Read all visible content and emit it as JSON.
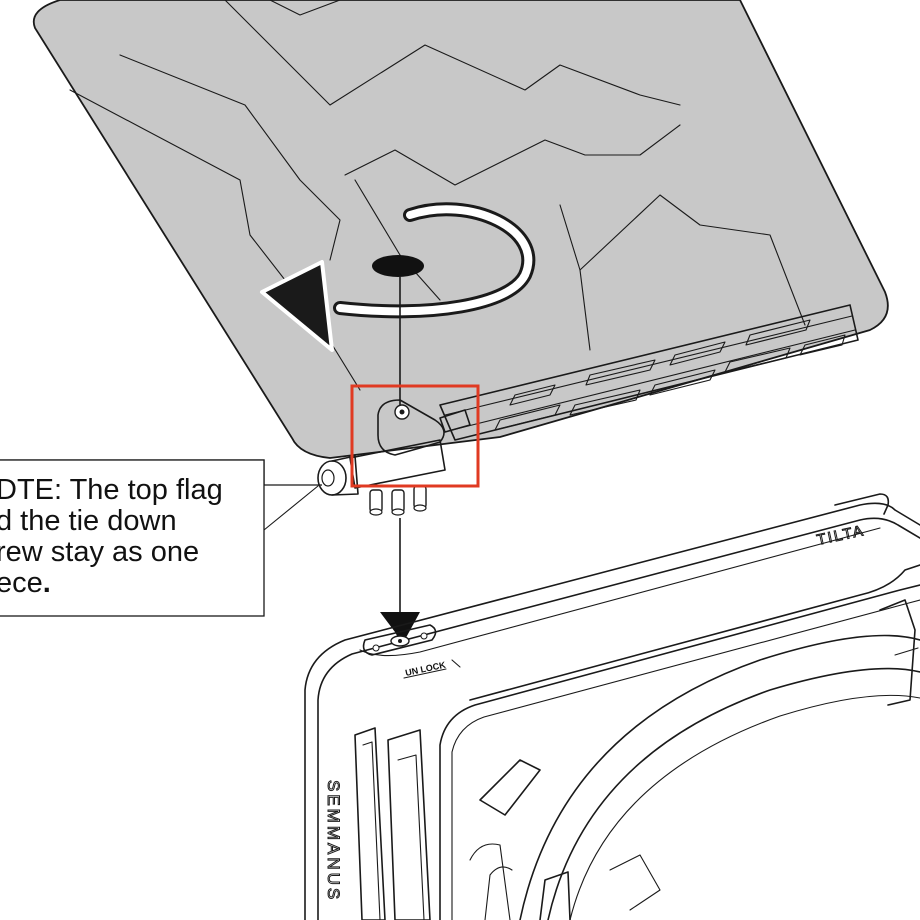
{
  "note": {
    "lines": [
      "DTE: The top flag",
      "d the tie down",
      "rew stay as one",
      "ece"
    ],
    "trailing": "."
  },
  "labels": {
    "brand": "TILTA",
    "lock": "UN LOCK",
    "side": "SEMMANUS"
  },
  "colors": {
    "flag_fill": "#c8c8c8",
    "highlight": "#e03a22",
    "rotation_arrow": "#ffffff",
    "outline": "#1a1a1a"
  },
  "icons": {
    "rotation": "rotate-counterclockwise-arrow",
    "insert": "down-arrow"
  }
}
